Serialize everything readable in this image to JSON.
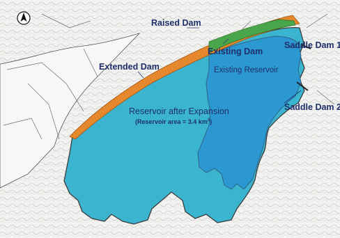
{
  "map": {
    "labels": {
      "raised_dam": "Raised Dam",
      "existing_dam": "Existing Dam",
      "extended_dam": "Extended Dam",
      "saddle_dam_1": "Saddle Dam 1",
      "saddle_dam_2": "Saddle Dam 2",
      "existing_reservoir": "Existing Reservoir",
      "reservoir_after_expansion": "Reservoir after Expansion",
      "reservoir_area_prefix": "(Reservoir area = 3.4 km",
      "reservoir_area_sup": "2",
      "reservoir_area_suffix": ")",
      "north_letter": "N"
    },
    "reservoir_area_km2": 3.4,
    "colors": {
      "expanded_reservoir": "#3ab4cf",
      "existing_reservoir": "#2c97d3",
      "dam_fill": "#e88a2e",
      "dam_crest_green": "#4aa64a",
      "label_text": "#1f2f6b",
      "terrain_background": "#f2f2f0"
    },
    "icons": [
      "north-arrow-icon"
    ]
  }
}
